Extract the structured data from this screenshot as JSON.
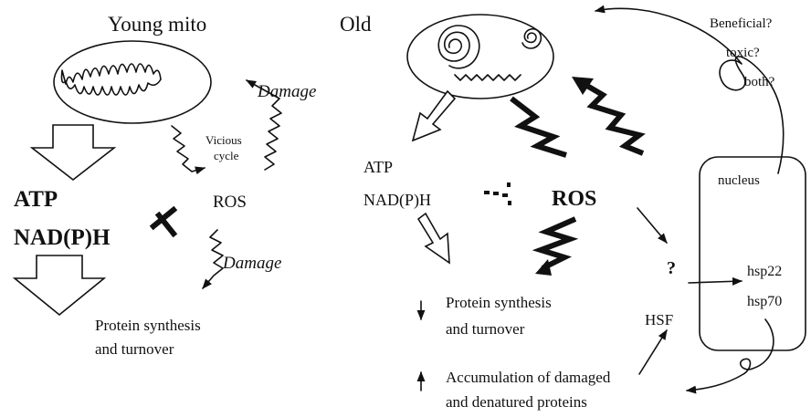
{
  "young": {
    "title": "Young mito",
    "atp": "ATP",
    "nadph": "NAD(P)H",
    "ros": "ROS",
    "damage_top": "Damage",
    "damage_bottom": "Damage",
    "vicious_1": "Vicious",
    "vicious_2": "cycle",
    "protein_1": "Protein synthesis",
    "protein_2": "and turnover"
  },
  "old": {
    "title": "Old",
    "atp": "ATP",
    "nadph": "NAD(P)H",
    "ros": "ROS",
    "question": "?",
    "hsf": "HSF",
    "nucleus": "nucleus",
    "hsp22": "hsp22",
    "hsp70": "hsp70",
    "beneficial": "Beneficial?",
    "toxic": "toxic?",
    "both": "both?",
    "protein_1": "Protein synthesis",
    "protein_2": "and turnover",
    "accum_1": "Accumulation of damaged",
    "accum_2": "and denatured proteins"
  }
}
